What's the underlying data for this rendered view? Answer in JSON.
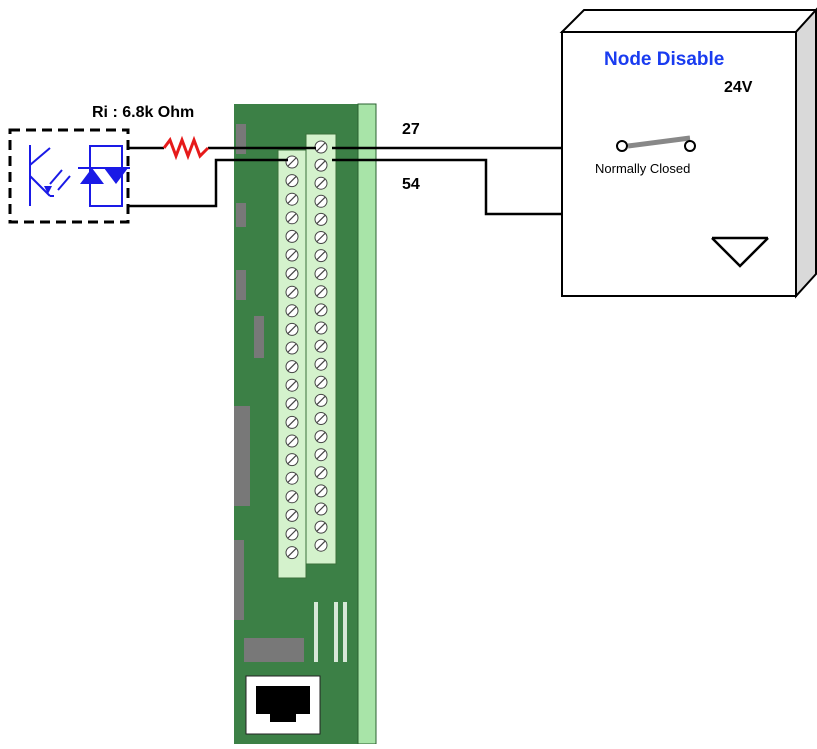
{
  "labels": {
    "resistor": "Ri : 6.8k Ohm",
    "pin_top": "27",
    "pin_bottom": "54",
    "box_title": "Node Disable",
    "voltage": "24V",
    "switch_state": "Normally Closed"
  },
  "terminals": {
    "left_column_count": 22,
    "right_column_count": 23
  },
  "colors": {
    "board": "#3c8046",
    "board_edge": "#a8e4a8",
    "terminal_strip": "#d4f2cc",
    "chip": "#787878",
    "optocoupler": "#1a1ae6",
    "resistor": "#e61a1a",
    "title": "#1a3cf0",
    "wire": "#000000",
    "switch_lever": "#888888"
  },
  "icons": {
    "jack": "rj45-jack-icon",
    "ground": "ground-icon",
    "switch": "switch-icon",
    "optocoupler": "optocoupler-icon",
    "resistor": "resistor-icon"
  }
}
